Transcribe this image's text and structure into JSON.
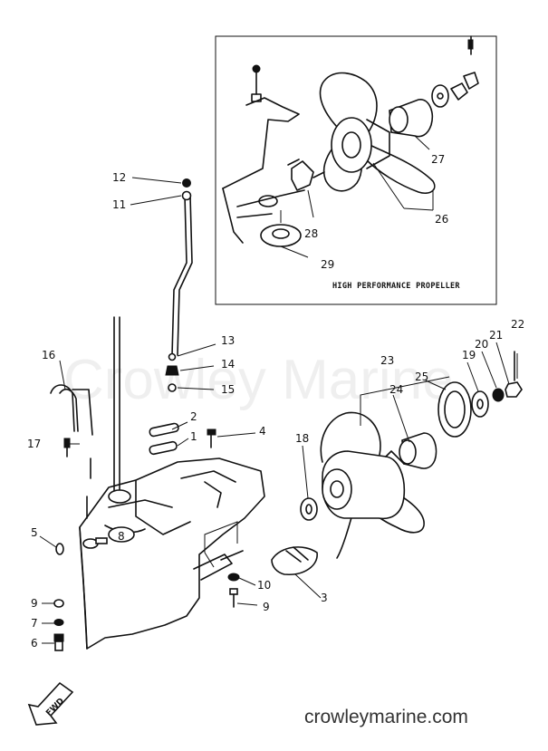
{
  "diagram": {
    "inset_caption": "HIGH PERFORMANCE PROPELLER",
    "watermark": "Crowley Marine",
    "website": "crowleymarine.com",
    "fwd_label": "FWD",
    "callouts": {
      "c1": "1",
      "c2": "2",
      "c3": "3",
      "c4": "4",
      "c5": "5",
      "c6": "6",
      "c7": "7",
      "c8": "8",
      "c9a": "9",
      "c9b": "9",
      "c10": "10",
      "c11": "11",
      "c12": "12",
      "c13": "13",
      "c14": "14",
      "c15": "15",
      "c16": "16",
      "c17": "17",
      "c18": "18",
      "c19": "19",
      "c20": "20",
      "c21": "21",
      "c22": "22",
      "c23": "23",
      "c24": "24",
      "c25": "25",
      "c26": "26",
      "c27": "27",
      "c28": "28",
      "c29": "29"
    }
  }
}
